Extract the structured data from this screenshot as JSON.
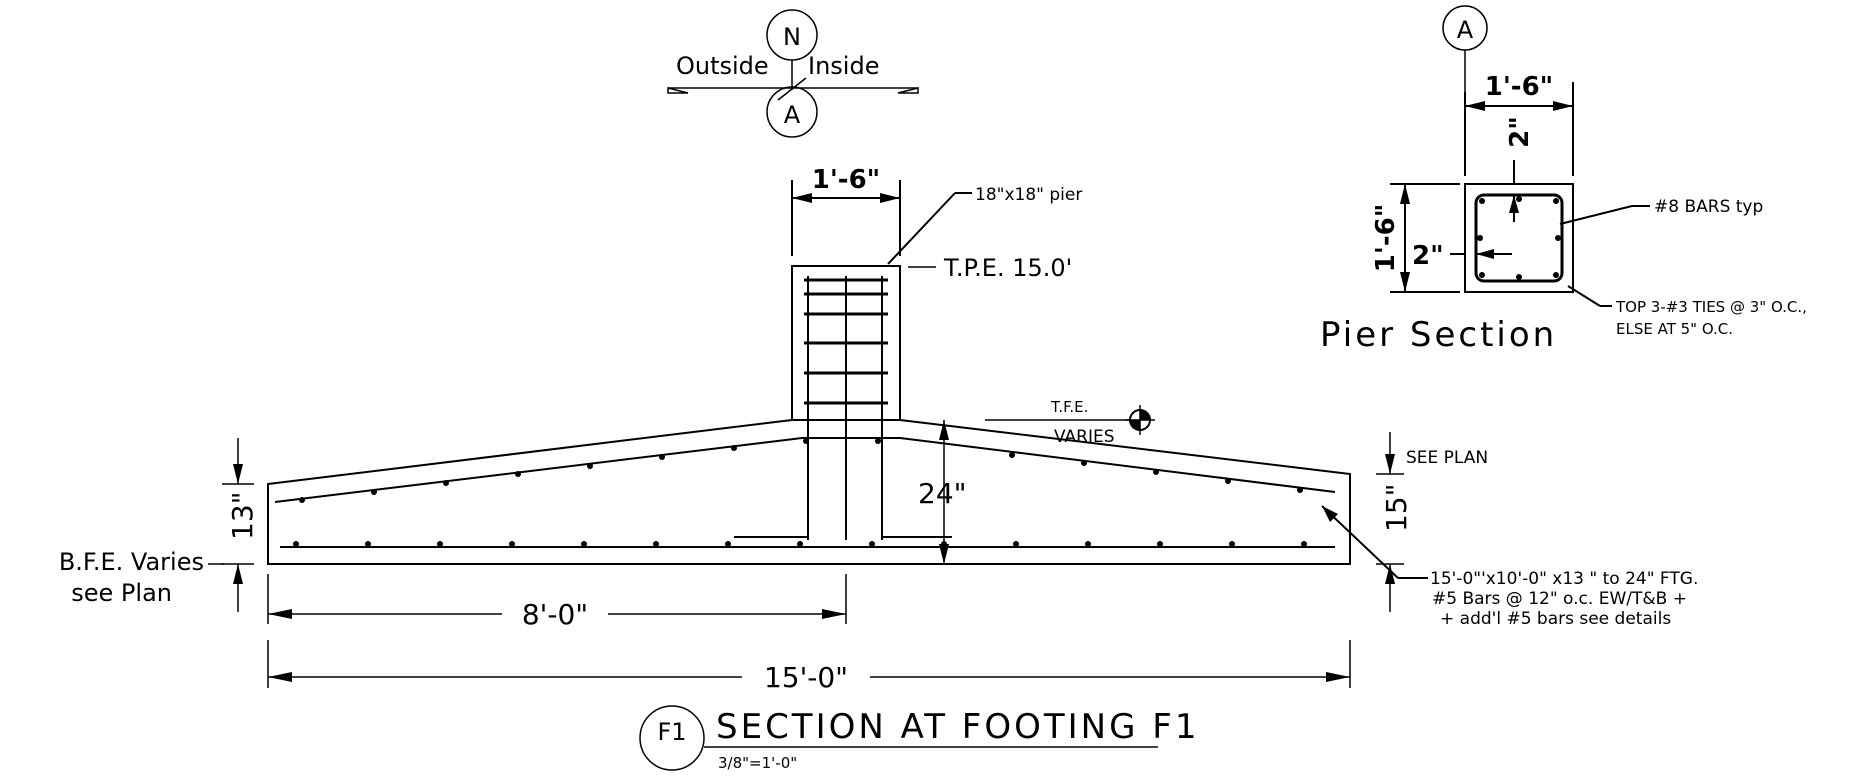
{
  "compass": {
    "north": "N",
    "section_marker_top": "A",
    "outside": "Outside",
    "inside": "Inside"
  },
  "pier": {
    "width_dim": "1'-6\"",
    "callout": "18\"x18\" pier",
    "tpe": "T.P.E. 15.0'"
  },
  "footing": {
    "tfe": "T.F.E.",
    "varies": "VARIES",
    "see_plan": "SEE PLAN",
    "depth_center": "24\"",
    "depth_edge_left": "13\"",
    "depth_edge_right": "15\"",
    "bfe_line1": "B.F.E. Varies",
    "bfe_line2": "see Plan",
    "half_width": "8'-0\"",
    "total_width": "15'-0\"",
    "note_line1": "15'-0\"'x10'-0\" x13 \" to 24\" FTG.",
    "note_line2": "#5 Bars @ 12\" o.c. EW/T&B  +",
    "note_line3": "+ add'l #5 bars see details"
  },
  "pier_section": {
    "marker": "A",
    "width_dim": "1'-6\"",
    "height_dim": "1'-6\"",
    "cover_top": "2\"",
    "cover_side": "2\"",
    "bars_note": "#8 BARS typ",
    "ties_line1": "TOP 3-#3 TIES @ 3\" O.C.,",
    "ties_line2": "ELSE AT 5\" O.C.",
    "title": "Pier Section"
  },
  "title_block": {
    "marker": "F1",
    "title": "SECTION AT FOOTING F1",
    "scale": "3/8\"=1'-0\""
  }
}
